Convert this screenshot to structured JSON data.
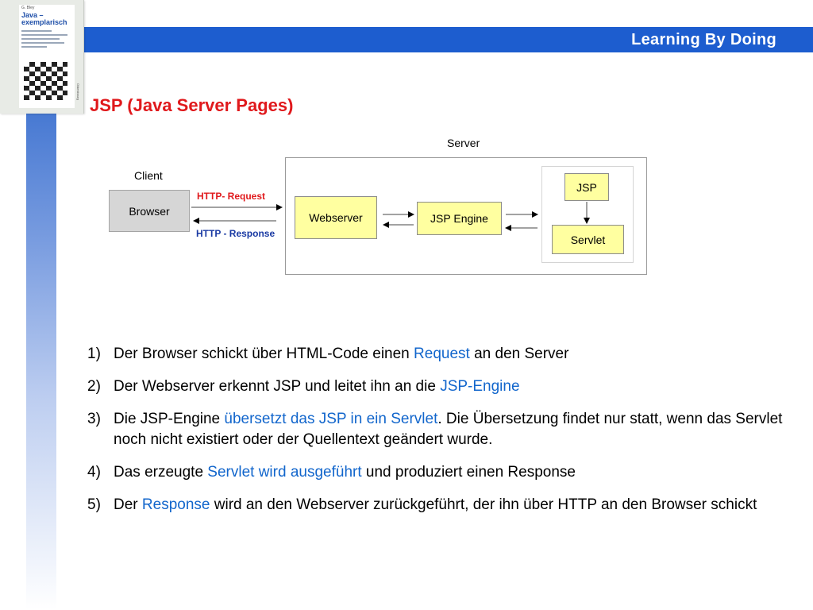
{
  "header": {
    "banner_title": "Learning By Doing",
    "cover": {
      "author": "G. Bley",
      "title": "Java – exemplarisch",
      "spine": "Oldenbourg"
    }
  },
  "slide": {
    "title": "JSP (Java Server Pages)"
  },
  "diagram": {
    "client_label": "Client",
    "server_label": "Server",
    "browser": "Browser",
    "http_request": "HTTP- Request",
    "http_response": "HTTP - Response",
    "webserver": "Webserver",
    "jsp_engine": "JSP Engine",
    "jsp": "JSP",
    "servlet": "Servlet"
  },
  "steps": [
    {
      "num": "1)",
      "parts": [
        {
          "text": "Der Browser schickt über HTML-Code einen ",
          "hl": false
        },
        {
          "text": "Request",
          "hl": true
        },
        {
          "text": " an den Server",
          "hl": false
        }
      ]
    },
    {
      "num": "2)",
      "parts": [
        {
          "text": "Der Webserver erkennt JSP und leitet ihn an die ",
          "hl": false
        },
        {
          "text": "JSP-Engine",
          "hl": true
        }
      ]
    },
    {
      "num": "3)",
      "parts": [
        {
          "text": "Die JSP-Engine ",
          "hl": false
        },
        {
          "text": "übersetzt das JSP in ein Servlet",
          "hl": true
        },
        {
          "text": ". Die Übersetzung findet nur statt, wenn das Servlet noch nicht existiert oder der Quellentext geändert wurde.",
          "hl": false
        }
      ]
    },
    {
      "num": "4)",
      "parts": [
        {
          "text": "Das erzeugte ",
          "hl": false
        },
        {
          "text": "Servlet wird ausgeführt",
          "hl": true
        },
        {
          "text": " und produziert einen Response",
          "hl": false
        }
      ]
    },
    {
      "num": "5)",
      "parts": [
        {
          "text": "Der ",
          "hl": false
        },
        {
          "text": "Response",
          "hl": true
        },
        {
          "text": " wird an den Webserver zurückgeführt, der ihn über HTTP an den Browser schickt",
          "hl": false
        }
      ]
    }
  ],
  "colors": {
    "banner": "#1d5dcf",
    "title": "#e0191c",
    "highlight": "#1266cc",
    "box_fill": "#ffffa0"
  }
}
